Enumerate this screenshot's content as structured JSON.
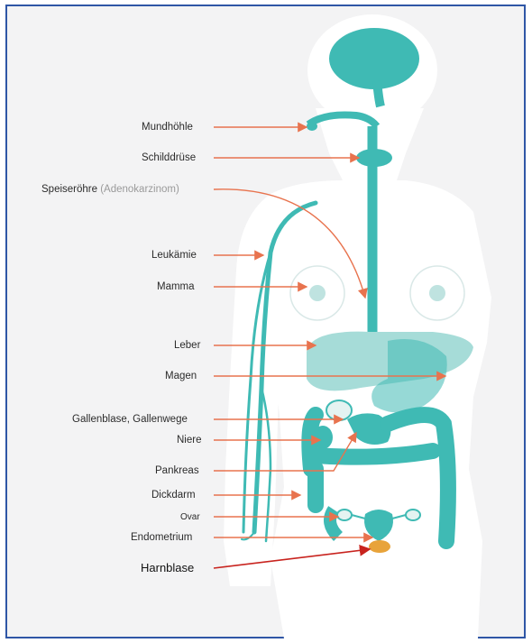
{
  "labels": {
    "mundhoehle": "Mundhöhle",
    "schilddruese": "Schilddrüse",
    "speiseroehre": "Speiseröhre",
    "speiseroehre_sub": "(Adenokarzinom)",
    "leukaemie": "Leukämie",
    "mamma": "Mamma",
    "leber": "Leber",
    "magen": "Magen",
    "gallenblase": "Gallenblase, Gallenwege",
    "niere": "Niere",
    "pankreas": "Pankreas",
    "dickdarm": "Dickdarm",
    "ovar": "Ovar",
    "endometrium": "Endometrium",
    "harnblase": "Harnblase"
  },
  "colors": {
    "frame": "#2f56a6",
    "background": "#f3f3f4",
    "body": "#ffffff",
    "organ": "#3fbab4",
    "organ_light": "#a6dcd8",
    "arrow": "#e8734e",
    "arrow_dark": "#c8231e",
    "bladder": "#e8a33a"
  }
}
